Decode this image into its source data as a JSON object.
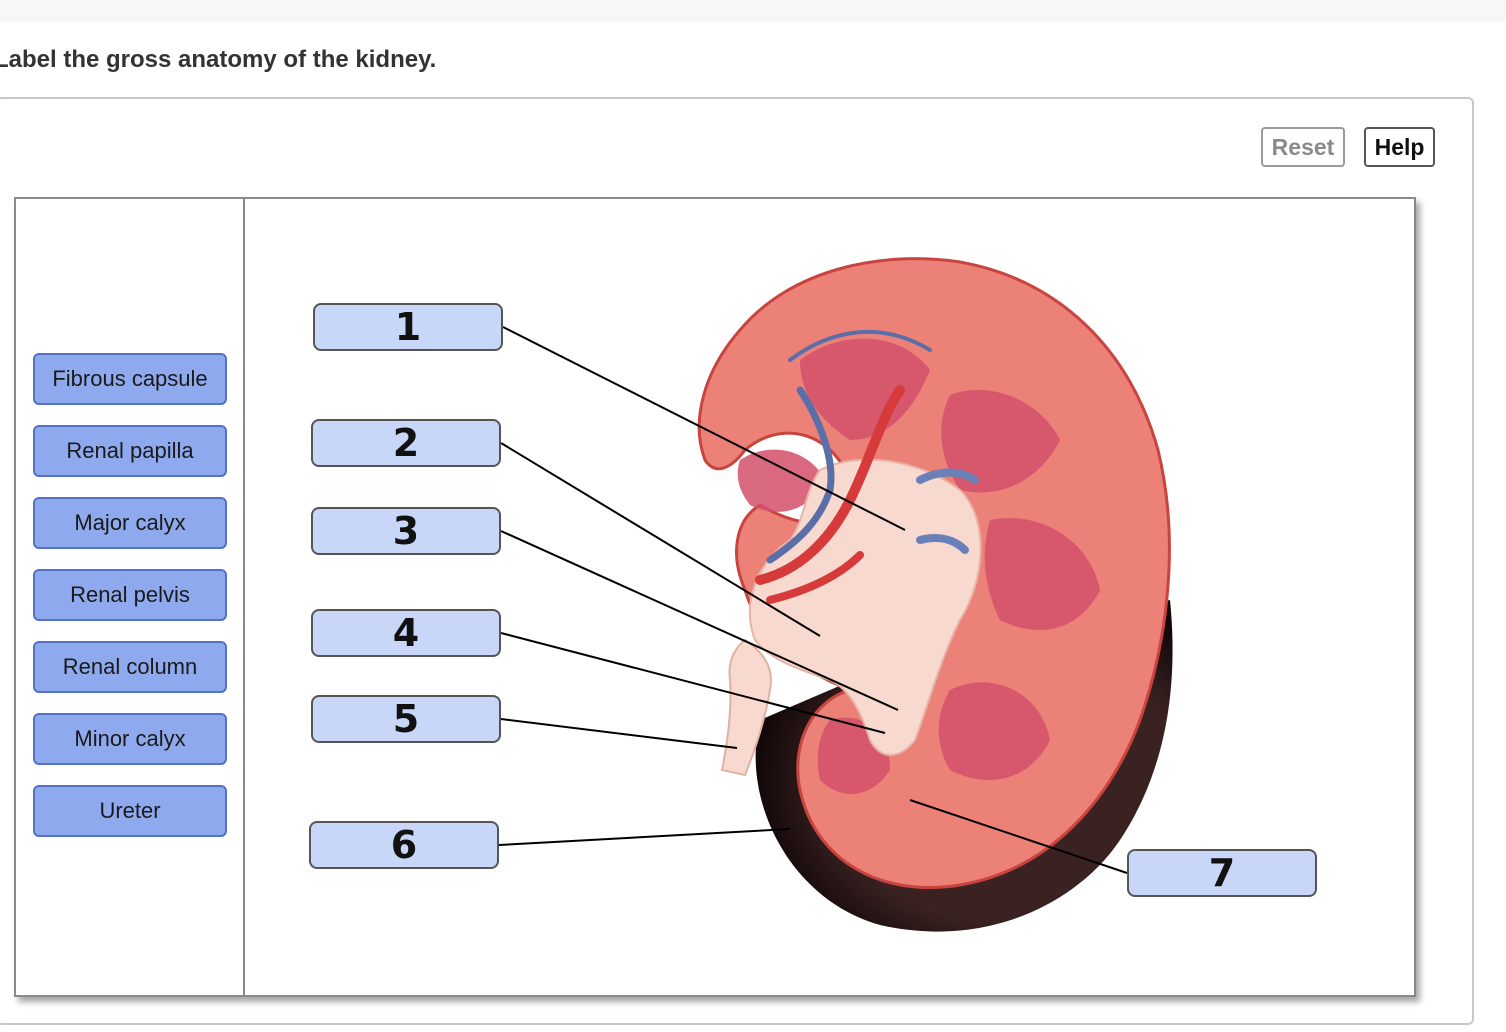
{
  "question": "Label the gross anatomy of the kidney.",
  "toolbar": {
    "reset_label": "Reset",
    "help_label": "Help"
  },
  "label_bank": [
    "Fibrous capsule",
    "Renal papilla",
    "Major calyx",
    "Renal pelvis",
    "Renal column",
    "Minor calyx",
    "Ureter"
  ],
  "drop_targets": [
    "1",
    "2",
    "3",
    "4",
    "5",
    "6",
    "7"
  ],
  "colors": {
    "label_fill": "#8fa9ee",
    "target_fill": "#c8d6f8",
    "kidney_capsule": "#2a1a1a",
    "kidney_cortex": "#e9776f",
    "kidney_medulla": "#d9546a",
    "kidney_pelvis": "#f7d5cc"
  }
}
